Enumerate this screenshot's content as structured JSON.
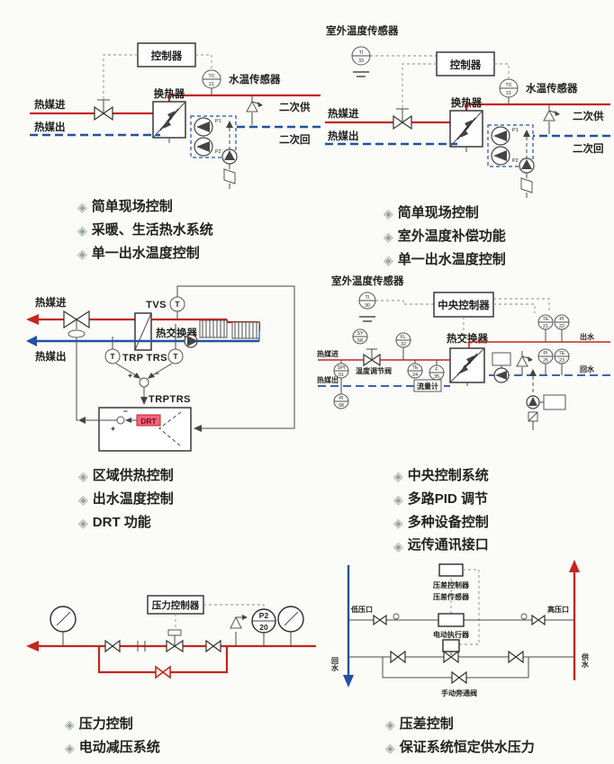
{
  "page": {
    "bg_color": "#fbfbf7"
  },
  "colors": {
    "red": "#c4261d",
    "blue": "#2152a3",
    "pink": "#f2647e",
    "bullet": "#93a793",
    "paper": "#fbfbf7"
  },
  "icons": {
    "bullet": "◈"
  },
  "panels": [
    {
      "name": "simple-local-control",
      "labels": {
        "controller": "控制器",
        "heat_exchanger": "换热器",
        "water_temp_sensor": "水温传感器",
        "medium_in": "热媒进",
        "medium_out": "热媒出",
        "secondary_supply": "二次供",
        "secondary_return": "二次回",
        "sensor_tag": "TC",
        "sensor_no": "21",
        "pump1": "P1",
        "pump2": "P2"
      },
      "bullets": [
        "简单现场控制",
        "采暖、生活热水系统",
        "单一出水温度控制"
      ]
    },
    {
      "name": "simple-local-control-outdoor-compensation",
      "labels": {
        "outdoor_sensor": "室外温度传感器",
        "outdoor_tag": "TI",
        "outdoor_no": "33",
        "controller": "控制器",
        "heat_exchanger": "换热器",
        "water_temp_sensor": "水温传感器",
        "medium_in": "热媒进",
        "medium_out": "热媒出",
        "secondary_supply": "二次供",
        "secondary_return": "二次回",
        "sensor_tag": "TC",
        "sensor_no": "21",
        "pump1": "P1",
        "pump2": "P2"
      },
      "bullets": [
        "简单现场控制",
        "室外温度补偿功能",
        "单一出水温度控制"
      ]
    },
    {
      "name": "district-heating-control",
      "labels": {
        "medium_in": "热媒进",
        "medium_out": "热媒出",
        "tvs": "TVS",
        "t": "T",
        "heat_exchanger": "热交换器",
        "trp": "TRP",
        "trs": "TRS",
        "trp_trs": "TRPTRS",
        "drt": "DRT",
        "plus": "+",
        "minus": "−"
      },
      "bullets": [
        "区域供热控制",
        "出水温度控制",
        "DRT 功能"
      ]
    },
    {
      "name": "central-control-system",
      "labels": {
        "outdoor_sensor": "室外温度传感器",
        "central_controller": "中央控制器",
        "heat_exchanger": "热交换器",
        "medium_in": "热媒进",
        "medium_out": "热媒出",
        "temp_valve": "温度调节阀",
        "flow_meter": "流量计",
        "outlet": "出水",
        "return": "回水"
      },
      "sensors": {
        "outdoor": [
          "TI",
          "30"
        ],
        "sy": [
          "SY",
          "58"
        ],
        "fl": [
          "FL",
          "32"
        ],
        "spi": [
          "SPI",
          "01"
        ],
        "te24": [
          "TE",
          "24"
        ],
        "f35": [
          "F",
          "35"
        ],
        "pi08": [
          "PI",
          "08"
        ],
        "te21": [
          "TE",
          "21"
        ],
        "pi22": [
          "PI",
          "22"
        ],
        "pi25": [
          "PI",
          "25"
        ],
        "te23": [
          "TE",
          "23"
        ]
      },
      "bullets": [
        "中央控制系统",
        "多路PID 调节",
        "多种设备控制",
        "远传通讯接口"
      ]
    },
    {
      "name": "pressure-control",
      "labels": {
        "pressure_controller": "压力控制器",
        "gauge_tag": "P2",
        "gauge_no": "20"
      },
      "bullets": [
        "压力控制",
        "电动减压系统"
      ]
    },
    {
      "name": "differential-pressure-control",
      "labels": {
        "dp_controller": "压差控制器",
        "dp_sensor": "压差传感器",
        "actuator": "电动执行器",
        "manual_bypass": "手动旁通阀",
        "low_port": "低压口",
        "high_port": "高压口",
        "return": "回水",
        "supply": "供水"
      },
      "bullets": [
        "压差控制",
        "保证系统恒定供水压力"
      ]
    }
  ]
}
